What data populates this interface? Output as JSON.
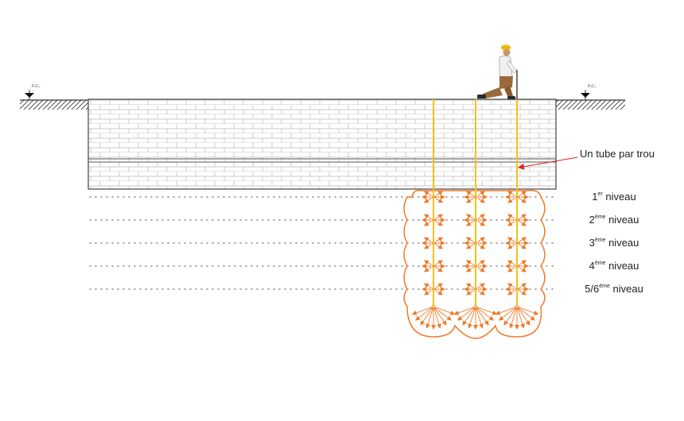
{
  "annotation": "Un tube par trou",
  "ground_reference_label": "P₀C₀",
  "levels": [
    {
      "base": "1",
      "sup": "er",
      "word": "niveau"
    },
    {
      "base": "2",
      "sup": "ème",
      "word": "niveau"
    },
    {
      "base": "3",
      "sup": "ème",
      "word": "niveau"
    },
    {
      "base": "4",
      "sup": "ème",
      "word": "niveau"
    },
    {
      "base": "5/6",
      "sup": "ème",
      "word": "niveau"
    }
  ],
  "colors": {
    "injection": "#ee7a28",
    "tube": "#f2c21a",
    "arrow": "#e02020",
    "wall": "#555555"
  },
  "icons": [
    "worker-figure-icon",
    "level-marker-icon",
    "arrow-icon"
  ]
}
